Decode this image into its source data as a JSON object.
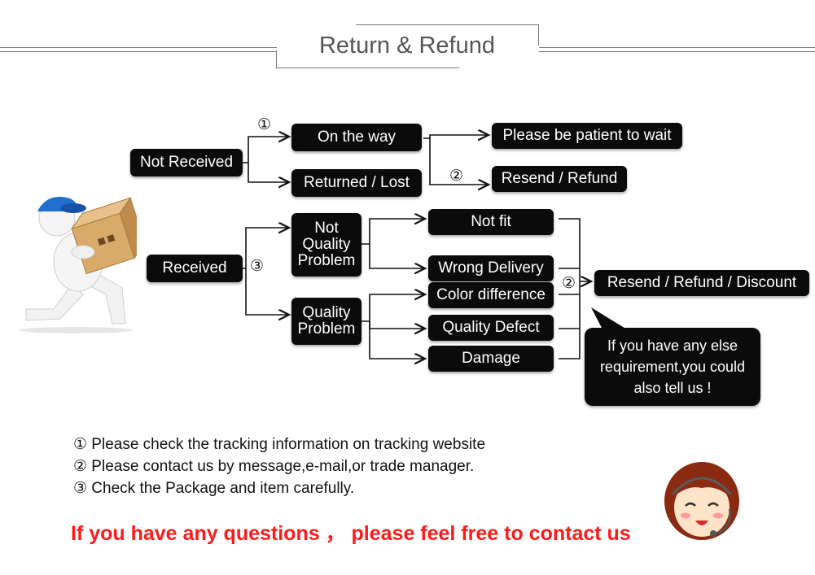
{
  "header": {
    "title": "Return & Refund"
  },
  "flow": {
    "not_received": "Not Received",
    "on_the_way": "On the way",
    "returned_lost": "Returned / Lost",
    "please_wait": "Please be patient to wait",
    "resend_refund": "Resend / Refund",
    "received": "Received",
    "not_quality_problem": [
      "Not",
      "Quality",
      "Problem"
    ],
    "quality_problem": [
      "Quality",
      "Problem"
    ],
    "not_fit": "Not fit",
    "wrong_delivery": "Wrong Delivery",
    "color_difference": "Color difference",
    "quality_defect": "Quality Defect",
    "damage": "Damage",
    "resend_refund_discount": "Resend / Refund / Discount",
    "bubble": [
      "If you have any else",
      "requirement,you could",
      "also tell us !"
    ],
    "markers": {
      "m1": "①",
      "m2": "②",
      "m3": "③"
    }
  },
  "notes": [
    "① Please check the tracking information on tracking website",
    "② Please contact us by message,e-mail,or trade manager.",
    "③ Check the Package and item carefully."
  ],
  "footer": {
    "text": "If you have any questions ， please feel free to contact us"
  },
  "colors": {
    "footer_red": "#ff1a1a",
    "box_black": "#0b0b0b"
  },
  "icons": [
    "delivery-man-illustration",
    "support-agent-illustration"
  ]
}
